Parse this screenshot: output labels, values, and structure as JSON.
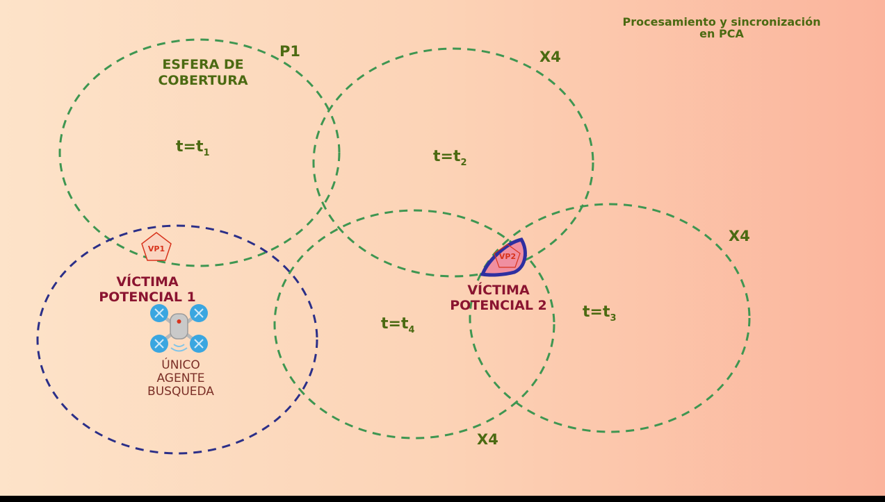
{
  "header": {
    "title_line1": "Procesamiento y sincronización",
    "title_line2": "en PCA"
  },
  "labels": {
    "p1": "P1",
    "x4_top": "X4",
    "x4_right": "X4",
    "x4_bottom": "X4",
    "coverage_line1": "ESFERA DE",
    "coverage_line2": "COBERTURA"
  },
  "time_labels": [
    {
      "base": "t=t",
      "sub": "1"
    },
    {
      "base": "t=t",
      "sub": "2"
    },
    {
      "base": "t=t",
      "sub": "3"
    },
    {
      "base": "t=t",
      "sub": "4"
    }
  ],
  "victims": {
    "vp1": {
      "tag": "VP1",
      "line1": "VÍCTIMA",
      "line2": "POTENCIAL 1"
    },
    "vp2": {
      "tag": "VP2",
      "line1": "VÍCTIMA",
      "line2": "POTENCIAL 2"
    }
  },
  "agent": {
    "line1": "ÚNICO",
    "line2": "AGENTE",
    "line3": "BUSQUEDA",
    "icon": "drone-icon"
  },
  "colors": {
    "coverage_circle": "#3e9651",
    "agent_circle": "#2b2f88",
    "label_green": "#4b6a12",
    "label_red": "#8a1430",
    "vp_marker": "#d8331c",
    "vp2_highlight": "#2e2fa0"
  }
}
